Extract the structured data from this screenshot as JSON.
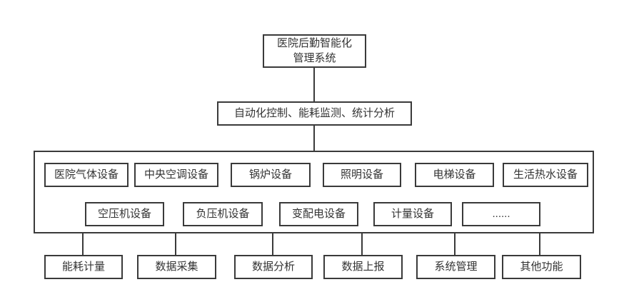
{
  "diagram": {
    "root_label": "医院后勤智能化\n管理系统",
    "control_label": "自动化控制、能耗监测、统计分析",
    "equipment_row1": [
      "医院气体设备",
      "中央空调设备",
      "锅炉设备",
      "照明设备",
      "电梯设备",
      "生活热水设备"
    ],
    "equipment_row2": [
      "空压机设备",
      "负压机设备",
      "变配电设备",
      "计量设备",
      "......"
    ],
    "functions": [
      "能耗计量",
      "数据采集",
      "数据分析",
      "数据上报",
      "系统管理",
      "其他功能"
    ],
    "colors": {
      "line": "#3a3a3a",
      "text": "#333333",
      "background": "#ffffff"
    }
  }
}
